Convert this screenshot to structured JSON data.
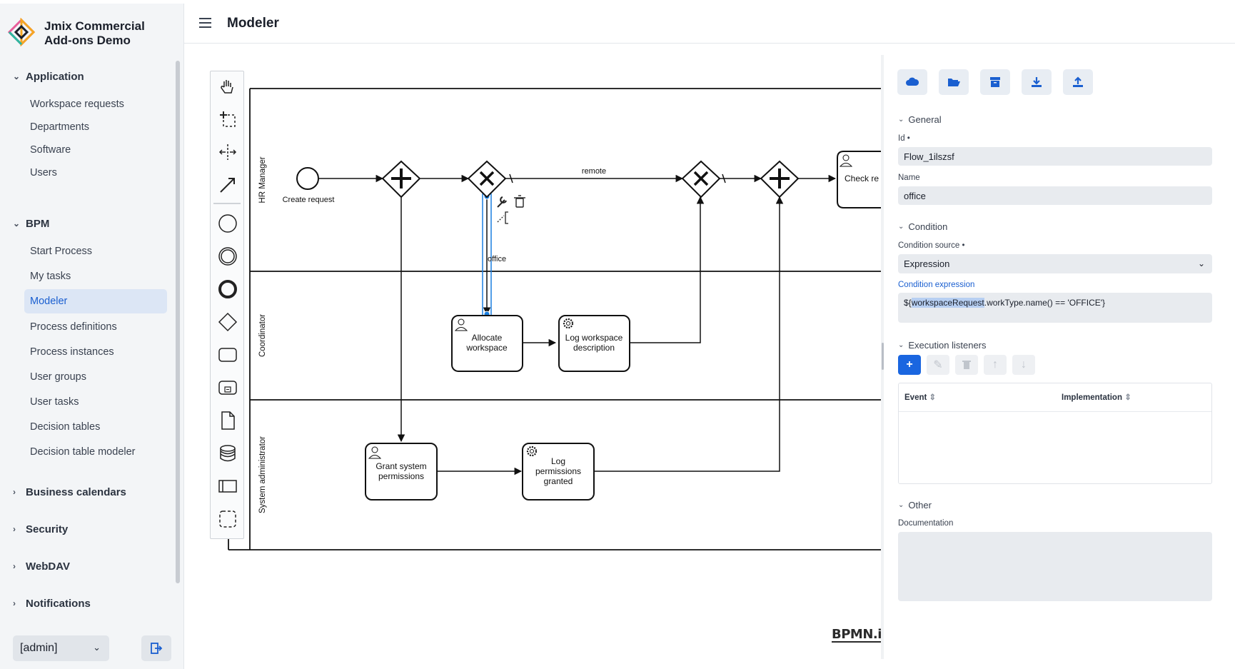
{
  "app": {
    "title": "Jmix Commercial Add-ons Demo",
    "page_title": "Modeler"
  },
  "sidebar": {
    "groups": [
      {
        "label": "Application",
        "expanded": true,
        "items": [
          "Workspace requests",
          "Departments",
          "Software",
          "Users"
        ]
      },
      {
        "label": "BPM",
        "expanded": true,
        "items": [
          "Start Process",
          "My tasks",
          "Modeler",
          "Process definitions",
          "Process instances",
          "User groups",
          "User tasks",
          "Decision tables",
          "Decision table modeler"
        ]
      },
      {
        "label": "Business calendars",
        "expanded": false
      },
      {
        "label": "Security",
        "expanded": false
      },
      {
        "label": "WebDAV",
        "expanded": false
      },
      {
        "label": "Notifications",
        "expanded": false
      }
    ],
    "active_item": "Modeler",
    "user": "[admin]"
  },
  "diagram": {
    "lanes": [
      "HR Manager",
      "Coordinator",
      "System administrator"
    ],
    "start_event_label": "Create request",
    "flow_remote_label": "remote",
    "flow_office_label": "office",
    "tasks": {
      "allocate": "Allocate workspace",
      "log_description": "Log workspace description",
      "grant": "Grant system permissions",
      "log_granted": "Log permissions granted",
      "check": "Check re"
    },
    "watermark": "BPMN.iO"
  },
  "properties": {
    "toolbar": [
      "cloud-icon",
      "folder-open-icon",
      "archive-icon",
      "download-icon",
      "upload-icon"
    ],
    "general": {
      "title": "General",
      "id_label": "Id",
      "id_value": "Flow_1ilszsf",
      "name_label": "Name",
      "name_value": "office"
    },
    "condition": {
      "title": "Condition",
      "source_label": "Condition source",
      "source_value": "Expression",
      "expr_label": "Condition expression",
      "expr_prefix": "${",
      "expr_highlight": "workspaceRequest",
      "expr_suffix": ".workType.name() == 'OFFICE'}"
    },
    "listeners": {
      "title": "Execution listeners",
      "col_event": "Event",
      "col_impl": "Implementation"
    },
    "other": {
      "title": "Other",
      "doc_label": "Documentation"
    }
  },
  "colors": {
    "accent": "#1a66e0",
    "selection": "#1a7fe0",
    "active_bg": "#dce6f5"
  }
}
